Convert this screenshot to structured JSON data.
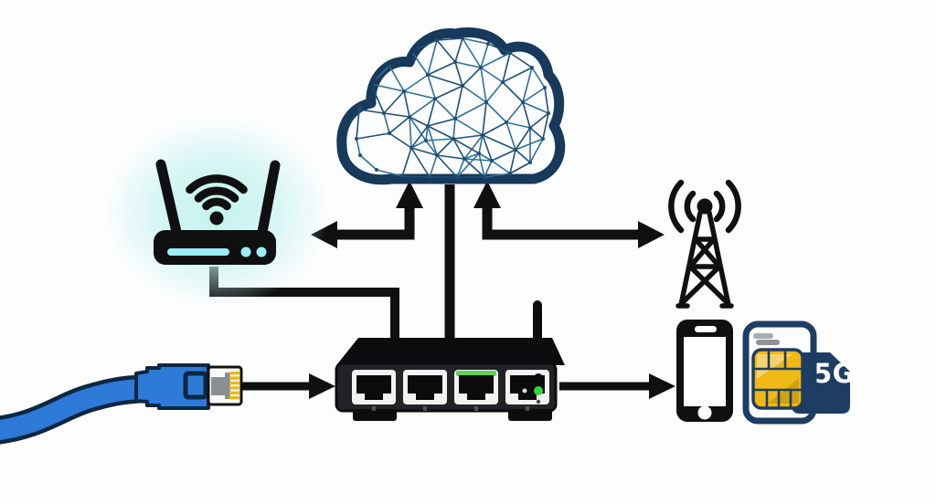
{
  "labels": {
    "sim_5g": "5G"
  },
  "icons": [
    {
      "name": "cloud-network-icon",
      "depicts": "internet cloud filled with triangulated network mesh"
    },
    {
      "name": "wifi-router-icon",
      "depicts": "wireless router with two antennas and wifi signal, cyan glow"
    },
    {
      "name": "cell-tower-icon",
      "depicts": "lattice radio mast with radiating signal waves"
    },
    {
      "name": "ethernet-cable-icon",
      "depicts": "blue ethernet patch cable with RJ45 plug"
    },
    {
      "name": "modem-switch-icon",
      "depicts": "black 4-port modem/switch with antenna and status LEDs"
    },
    {
      "name": "smartphone-icon",
      "depicts": "smartphone with speaker slot and home button"
    },
    {
      "name": "sim-card-icon",
      "depicts": "SIM card with gold chip and 5G tag"
    }
  ],
  "modem": {
    "ports": 4,
    "active_port": 3
  },
  "colors": {
    "background": "#fdfdfd",
    "line_black": "#101010",
    "cloud_outline": "#16395c",
    "mesh_line_a": "#2e7096",
    "mesh_line_b": "#1f4e75",
    "router_glow": "#c2f2ee",
    "router_accent": "#9beef5",
    "cable_blue": "#2e7ad8",
    "cable_outline": "#0c2740",
    "sim_navy": "#1d3d63",
    "sim_gold": "#f0b816",
    "led_green": "#33d13f",
    "port_active_green": "#5ecf5a",
    "switch_body": "#232327",
    "switch_dark": "#0d0d0f"
  },
  "diagram": {
    "nodes": [
      "cloud",
      "wifi-router",
      "cell-tower",
      "modem-switch",
      "ethernet-cable",
      "smartphone",
      "sim-5g"
    ],
    "edges": [
      {
        "from": "cloud",
        "to": "wifi-router",
        "style": "elbow-double-arrow"
      },
      {
        "from": "cloud",
        "to": "cell-tower",
        "style": "elbow-double-arrow"
      },
      {
        "from": "cloud",
        "to": "modem-switch",
        "style": "straight-line"
      },
      {
        "from": "wifi-router",
        "to": "modem-switch",
        "style": "elbow-line"
      },
      {
        "from": "ethernet-cable",
        "to": "modem-switch",
        "style": "arrow-right"
      },
      {
        "from": "modem-switch",
        "to": "smartphone",
        "style": "arrow-right"
      }
    ]
  }
}
